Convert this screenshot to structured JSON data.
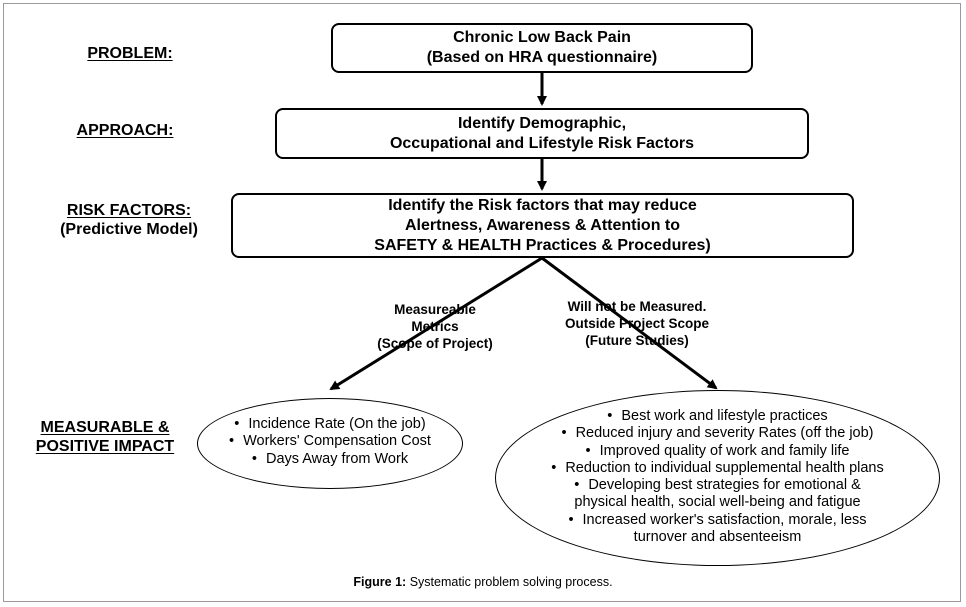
{
  "labels": {
    "problem": "PROBLEM:",
    "approach": "APPROACH:",
    "risk_factors": "RISK FACTORS:",
    "predictive_model": "(Predictive Model)",
    "impact_line1": "MEASURABLE &",
    "impact_line2": "POSITIVE IMPACT"
  },
  "boxes": {
    "problem": [
      "Chronic Low Back Pain",
      "(Based on HRA questionnaire)"
    ],
    "approach": [
      "Identify Demographic,",
      "Occupational and Lifestyle Risk Factors"
    ],
    "risk": [
      "Identify the Risk factors that may reduce",
      "Alertness, Awareness & Attention to",
      "SAFETY & HEALTH Practices & Procedures)"
    ]
  },
  "branches": {
    "left": [
      "Measureable",
      "Metrics",
      "(Scope of Project)"
    ],
    "right": [
      "Will not be Measured.",
      "Outside Project Scope",
      "(Future Studies)"
    ]
  },
  "left_items": [
    "Incidence Rate (On the job)",
    "Workers' Compensation Cost",
    "Days Away from Work"
  ],
  "right_items": [
    "Best work and lifestyle practices",
    "Reduced injury and severity Rates (off the job)",
    "Improved quality of work and family life",
    "Reduction to individual supplemental health plans",
    "Developing best strategies for emotional &",
    "physical health, social well-being and fatigue",
    "Increased worker's satisfaction, morale, less",
    "turnover and absenteeism"
  ],
  "caption": {
    "label": "Figure 1:",
    "text": " Systematic problem solving process."
  }
}
